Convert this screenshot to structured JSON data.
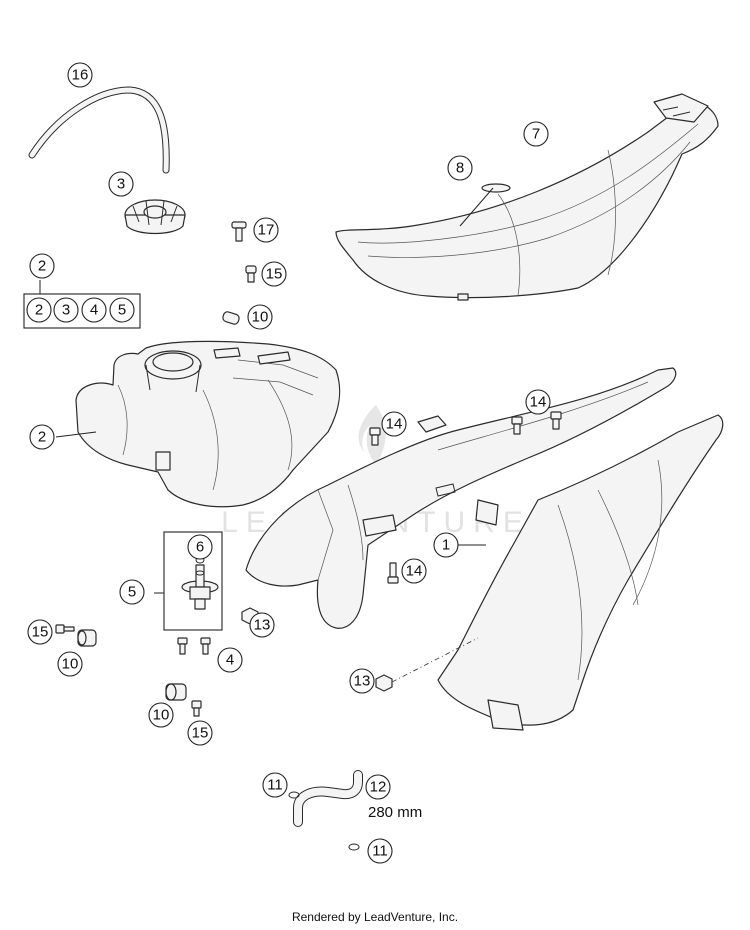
{
  "callouts": {
    "c1": "1",
    "c2a": "2",
    "c2b": "2",
    "c2c": "2",
    "c3": "3",
    "c3b": "3",
    "c4": "4",
    "c4b": "4",
    "c5": "5",
    "c5b": "5",
    "c6": "6",
    "c7": "7",
    "c8": "8",
    "c10a": "10",
    "c10b": "10",
    "c10c": "10",
    "c11a": "11",
    "c11b": "11",
    "c12": "12",
    "c13a": "13",
    "c13b": "13",
    "c14a": "14",
    "c14b": "14",
    "c14c": "14",
    "c15a": "15",
    "c15b": "15",
    "c15c": "15",
    "c16": "16",
    "c17": "17"
  },
  "hose_length_label": "280 mm",
  "watermark": "LEADVENTURE",
  "footer": "Rendered by LeadVenture, Inc."
}
